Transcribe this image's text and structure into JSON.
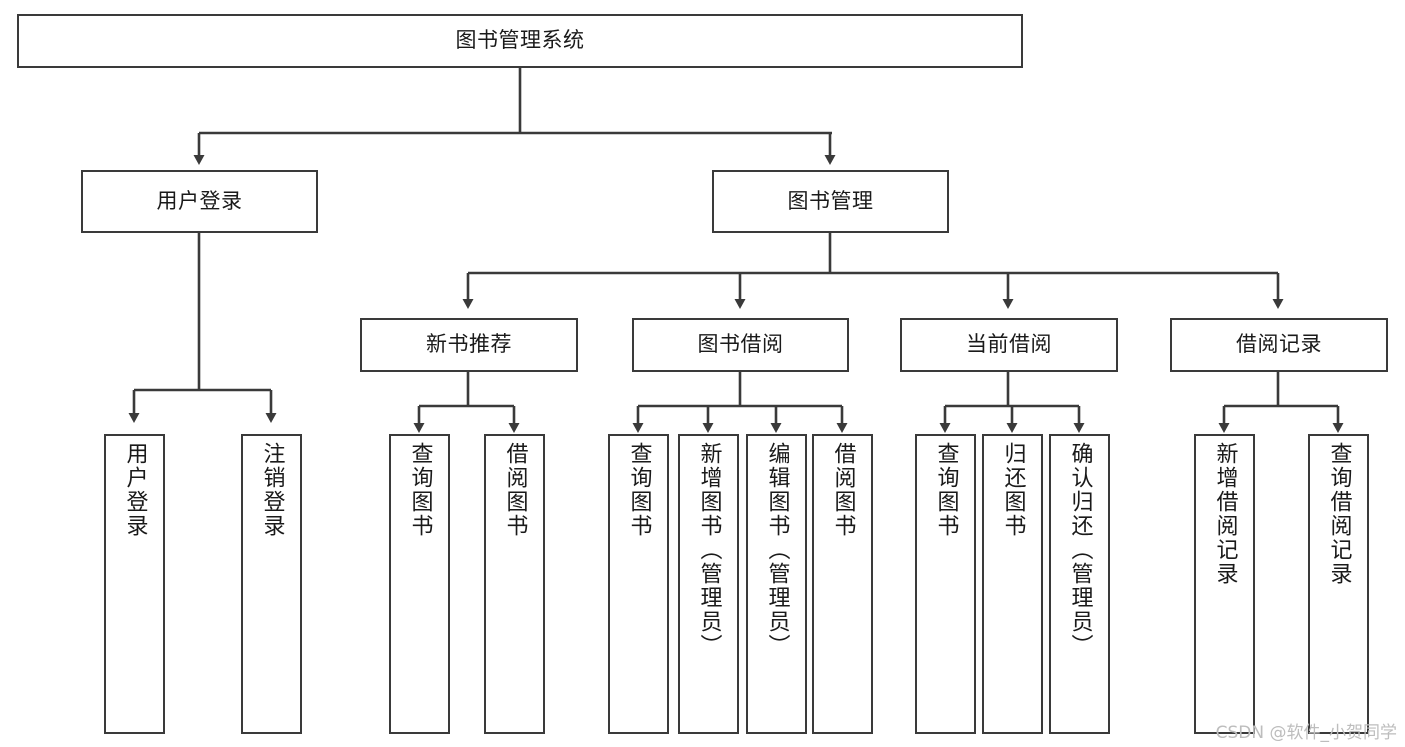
{
  "diagram": {
    "type": "tree-hierarchy-chart",
    "title": "图书管理系统",
    "orientation": "top-down",
    "line_color": "#3a3a3a",
    "box_fill": "#ffffff",
    "text_color": "#1a1a1a",
    "background": "#ffffff"
  },
  "nodes": {
    "root": {
      "label": "图书管理系统",
      "level": 1
    },
    "level2": [
      {
        "id": "user-login",
        "label": "用户登录"
      },
      {
        "id": "book-manage",
        "label": "图书管理"
      }
    ],
    "level3": [
      {
        "id": "new-book-recommend",
        "label": "新书推荐"
      },
      {
        "id": "book-borrow",
        "label": "图书借阅"
      },
      {
        "id": "current-borrow",
        "label": "当前借阅"
      },
      {
        "id": "borrow-record",
        "label": "借阅记录"
      }
    ],
    "leaves": {
      "user_login": [
        {
          "id": "leaf-user-login",
          "label": "用户登录"
        },
        {
          "id": "leaf-logout-login",
          "label": "注销登录"
        }
      ],
      "new_book_recommend": [
        {
          "id": "leaf-query-book-1",
          "label": "查询图书"
        },
        {
          "id": "leaf-borrow-book-1",
          "label": "借阅图书"
        }
      ],
      "book_borrow": [
        {
          "id": "leaf-query-book-2",
          "label": "查询图书"
        },
        {
          "id": "leaf-add-book",
          "label": "新增图书（管理员）"
        },
        {
          "id": "leaf-edit-book",
          "label": "编辑图书（管理员）"
        },
        {
          "id": "leaf-borrow-book-2",
          "label": "借阅图书"
        }
      ],
      "current_borrow": [
        {
          "id": "leaf-query-book-3",
          "label": "查询图书"
        },
        {
          "id": "leaf-return-book",
          "label": "归还图书"
        },
        {
          "id": "leaf-confirm-return",
          "label": "确认归还（管理员）"
        }
      ],
      "borrow_record": [
        {
          "id": "leaf-add-record",
          "label": "新增借阅记录"
        },
        {
          "id": "leaf-query-record",
          "label": "查询借阅记录"
        }
      ]
    }
  },
  "watermark": {
    "text": "CSDN @软件_小贺同学"
  }
}
